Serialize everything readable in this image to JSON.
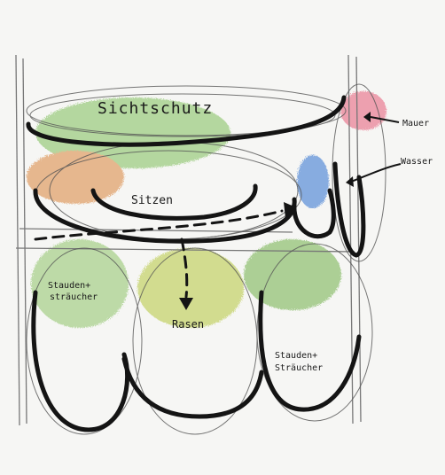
{
  "labels": {
    "sichtschutz": "Sichtschutz",
    "sitzen": "Sitzen",
    "rasen": "Rasen",
    "mauer": "Mauer",
    "wasser": "Wasser",
    "stauden_left_1": "Stauden+",
    "stauden_left_2": "sträucher",
    "stauden_right_1": "Stauden+",
    "stauden_right_2": "Sträucher"
  },
  "colors": {
    "ink": "#141414",
    "paper": "#f6f6f4",
    "green": "#6fb04a",
    "orange": "#d9843a",
    "red": "#e0506a",
    "blue": "#2d6fd0",
    "yellow_green": "#a8c33a"
  }
}
